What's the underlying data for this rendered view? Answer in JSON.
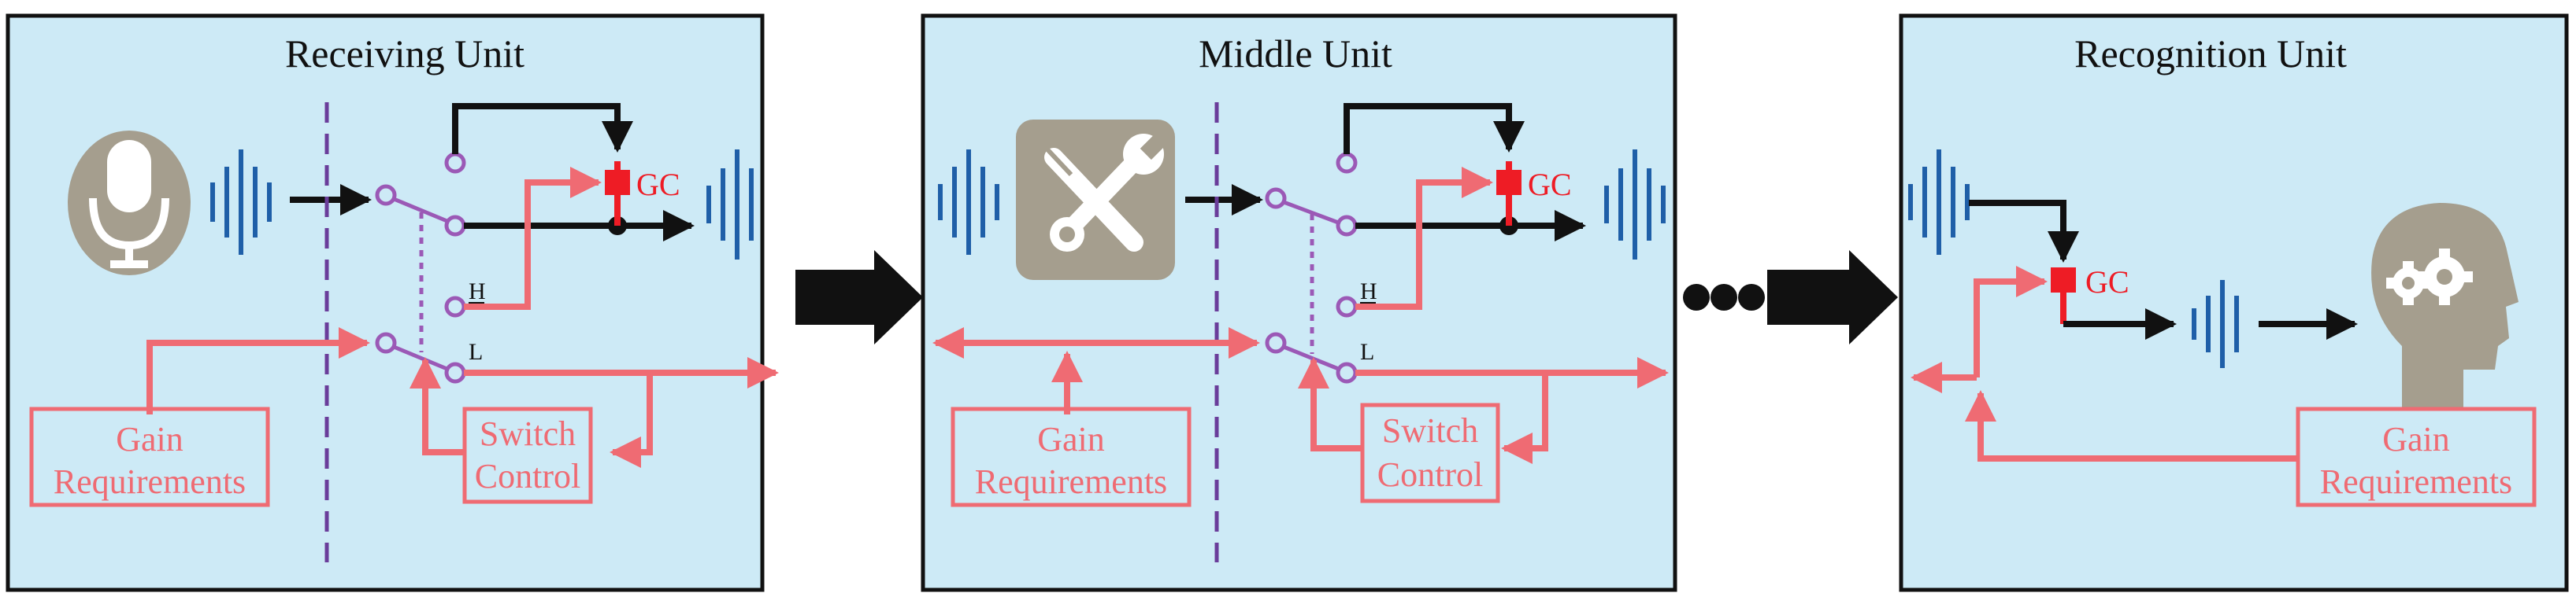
{
  "units": [
    {
      "title": "Receiving Unit",
      "icon": "microphone-icon",
      "gc_label": "GC",
      "h_label": "H",
      "l_label": "L",
      "gain_label": [
        "Gain",
        "Requirements"
      ],
      "switch_label": [
        "Switch",
        "Control"
      ]
    },
    {
      "title": "Middle Unit",
      "icon": "tools-icon",
      "gc_label": "GC",
      "h_label": "H",
      "l_label": "L",
      "gain_label": [
        "Gain",
        "Requirements"
      ],
      "switch_label": [
        "Switch",
        "Control"
      ]
    },
    {
      "title": "Recognition Unit",
      "icon": "brain-gears-icon",
      "gc_label": "GC",
      "gain_label": [
        "Gain",
        "Requirements"
      ]
    }
  ],
  "connectors": [
    "arrow-right-icon",
    "ellipsis-icon",
    "arrow-right-icon"
  ],
  "colors": {
    "panel_fill": "#cdeaf6",
    "panel_stroke": "#111111",
    "pink": "#ef6b73",
    "red": "#ee1c25",
    "purple": "#9b59b6",
    "dash_purple": "#6a3d9a",
    "wave_blue": "#1f5fa8",
    "icon_gray": "#a59e8e"
  }
}
